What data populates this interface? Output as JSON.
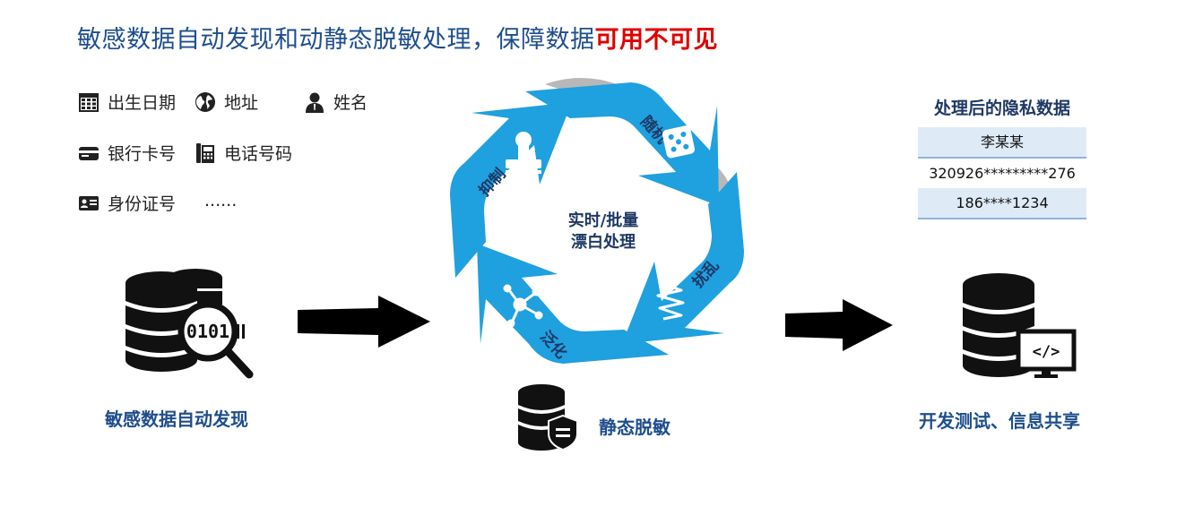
{
  "title": {
    "main": "敏感数据自动发现和动静态脱敏处理，保障数据",
    "highlight": "可用不可见"
  },
  "fields": [
    {
      "label": "出生日期",
      "icon": "calendar-icon"
    },
    {
      "label": "地址",
      "icon": "globe-icon"
    },
    {
      "label": "姓名",
      "icon": "person-icon"
    },
    {
      "label": "银行卡号",
      "icon": "credit-card-icon"
    },
    {
      "label": "电话号码",
      "icon": "phone-icon"
    },
    {
      "label": "身份证号",
      "icon": "id-card-icon"
    },
    {
      "label": "......",
      "icon": ""
    }
  ],
  "discovery": {
    "label": "敏感数据自动发现",
    "binary": "0101"
  },
  "cycle": {
    "center": [
      "实时/批量",
      "漂白处理"
    ],
    "segments": [
      "随机",
      "扰乱",
      "泛化",
      "抑制"
    ],
    "color": "#1fa0df"
  },
  "static_masking": {
    "label": "静态脱敏"
  },
  "result": {
    "header": "处理后的隐私数据",
    "rows": [
      "李某某",
      "320926*********276",
      "186****1234"
    ]
  },
  "destination": {
    "label": "开发测试、信息共享",
    "code_icon_text": "</>"
  },
  "colors": {
    "title": "#1f4e8c",
    "highlight": "#e00000",
    "accent": "#1fa0df",
    "table_shade": "#deebf7"
  }
}
